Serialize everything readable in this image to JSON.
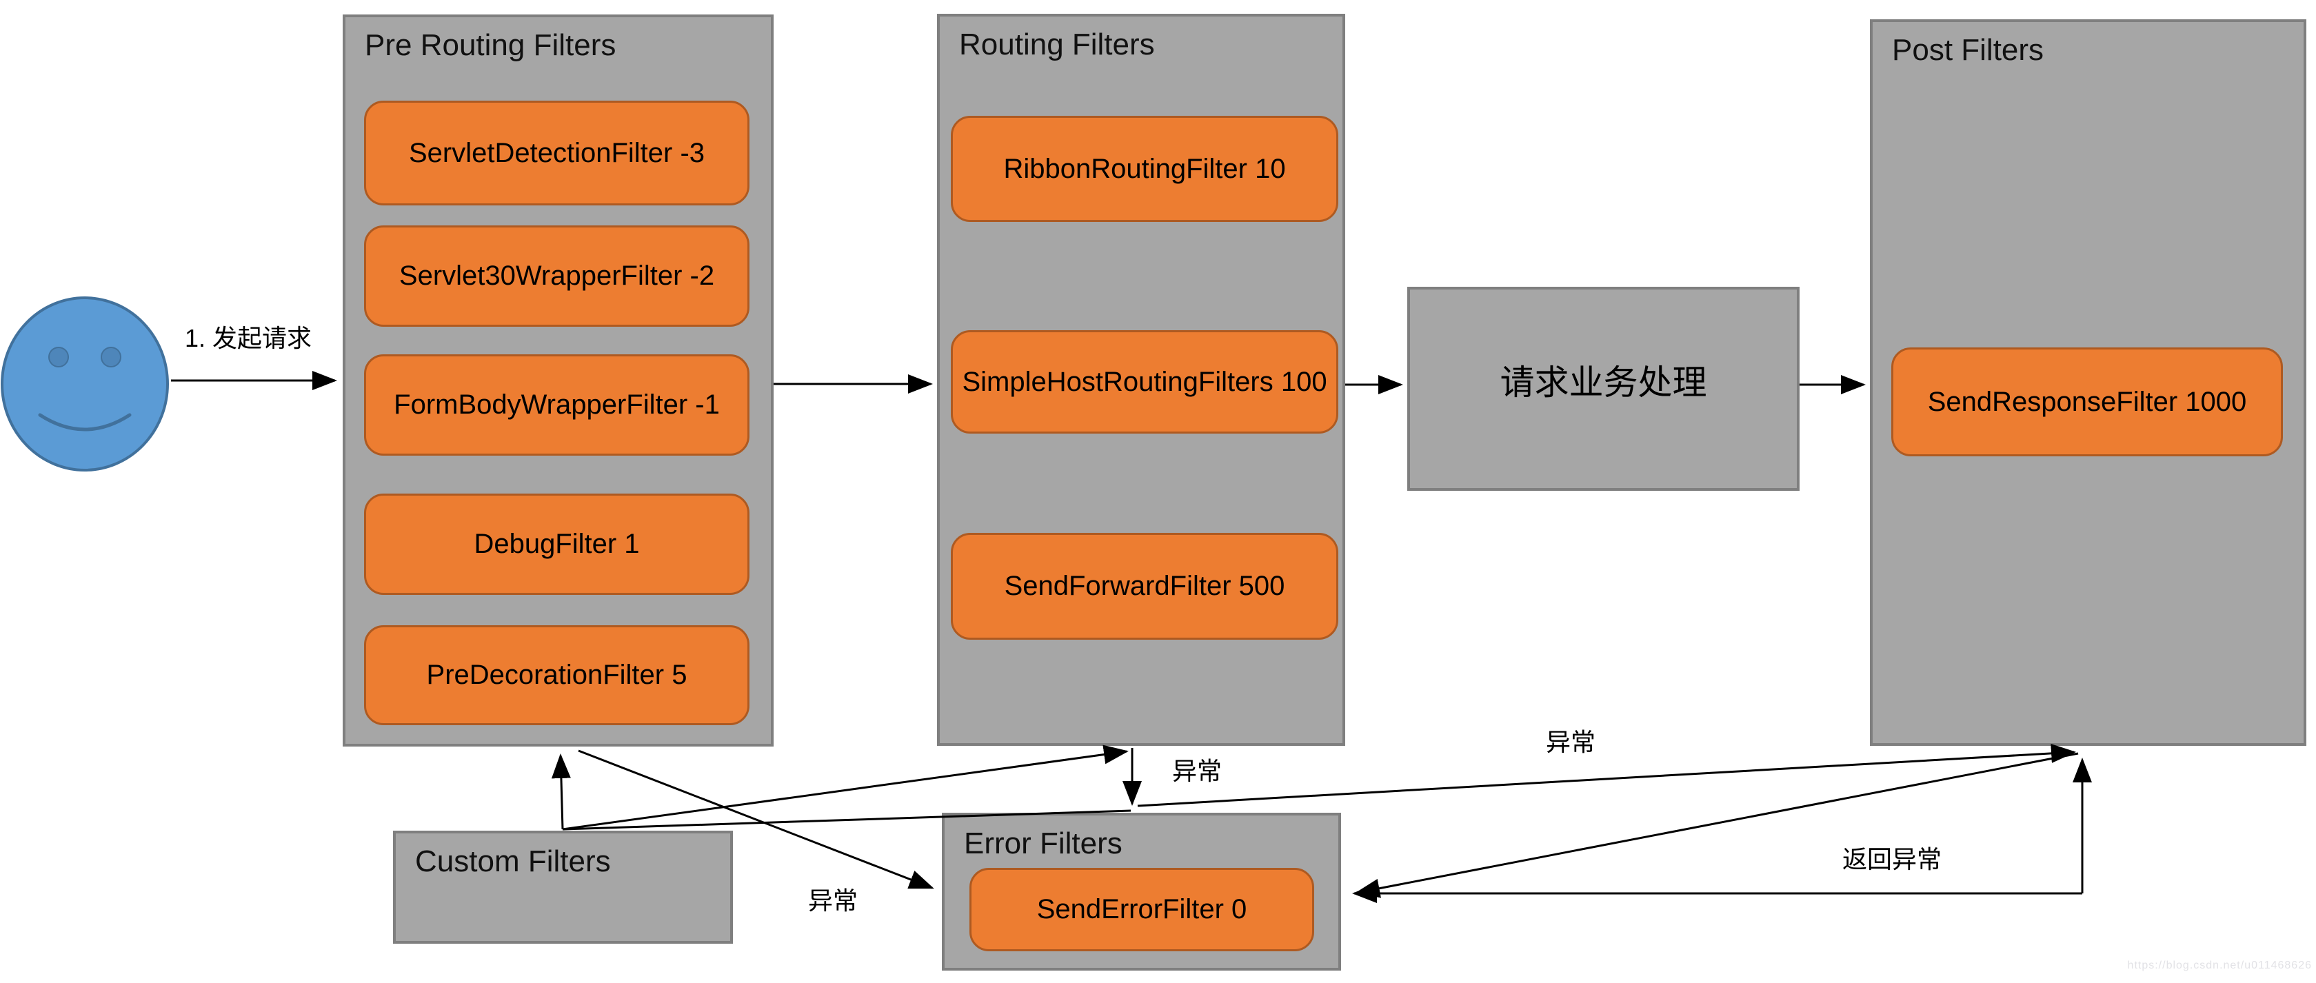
{
  "colors": {
    "gray_fill": "#a6a6a6",
    "gray_border": "#7f7f7f",
    "orange_fill": "#ed7d31",
    "orange_border": "#ae5a21",
    "blue_fill": "#5b9bd5",
    "blue_border": "#41719c",
    "blue_eye": "#4e86ba",
    "edge": "#000000",
    "text": "#000000",
    "watermark": "#e2e2e6"
  },
  "groups": {
    "pre": {
      "title": "Pre Routing Filters",
      "items": [
        {
          "label": "ServletDetectionFilter -3"
        },
        {
          "label": "Servlet30WrapperFilter -2"
        },
        {
          "label": "FormBodyWrapperFilter -1"
        },
        {
          "label": "DebugFilter 1"
        },
        {
          "label": "PreDecorationFilter 5"
        }
      ]
    },
    "routing": {
      "title": "Routing Filters",
      "items": [
        {
          "label": "RibbonRoutingFilter 10"
        },
        {
          "label": "SimpleHostRoutingFilters 100"
        },
        {
          "label": "SendForwardFilter 500"
        }
      ]
    },
    "post": {
      "title": "Post Filters",
      "items": [
        {
          "label": "SendResponseFilter 1000"
        }
      ]
    },
    "custom": {
      "title": "Custom Filters",
      "items": []
    },
    "error": {
      "title": "Error Filters",
      "items": [
        {
          "label": "SendErrorFilter 0"
        }
      ]
    }
  },
  "process_box": {
    "label": "请求业务处理"
  },
  "edge_labels": {
    "request": "1. 发起请求",
    "exception_routing_to_error": "异常",
    "exception_pre_to_error": "异常",
    "exception_error_to_post": "异常",
    "return_exception": "返回异常"
  },
  "watermark": {
    "text": "https://blog.csdn.net/u011468626"
  }
}
